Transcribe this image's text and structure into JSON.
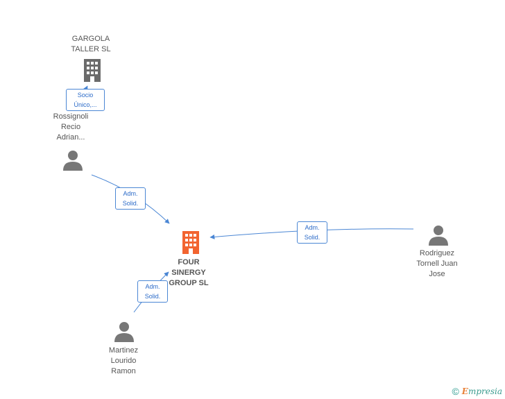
{
  "colors": {
    "edge": "#4a86d4",
    "company_main": "#f26430",
    "company_other": "#6b6b6b",
    "person": "#777777"
  },
  "nodes": {
    "gargola": {
      "label": "GARGOLA\nTALLER SL",
      "icon": "building-icon"
    },
    "rossignoli": {
      "label": "Rossignoli\nRecio\nAdrian...",
      "icon": "person-icon"
    },
    "four_sinergy": {
      "label": "FOUR\nSINERGY\nGROUP SL",
      "icon": "building-icon"
    },
    "rodriguez": {
      "label": "Rodriguez\nTornell Juan\nJose",
      "icon": "person-icon"
    },
    "martinez": {
      "label": "Martinez\nLourido\nRamon",
      "icon": "person-icon"
    }
  },
  "edges": {
    "rossignoli_gargola": "Socio\nÚnico,...",
    "rossignoli_four": "Adm.\nSolid.",
    "rodriguez_four": "Adm.\nSolid.",
    "martinez_four": "Adm.\nSolid."
  },
  "footer": {
    "copyright": "©",
    "brand_initial": "E",
    "brand_rest": "mpresia"
  }
}
